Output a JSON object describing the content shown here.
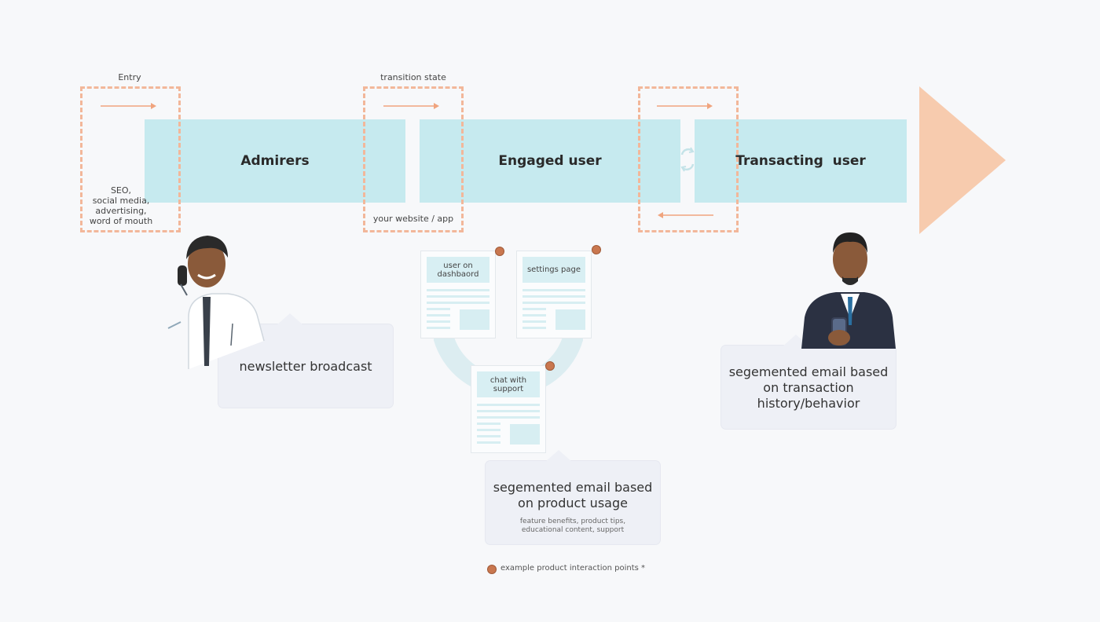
{
  "stages": [
    {
      "label": "Admirers"
    },
    {
      "label": "Engaged user"
    },
    {
      "label": "Transacting  user"
    }
  ],
  "entry": {
    "top_label": "Entry",
    "channels": "SEO,\nsocial media,\nadvertising,\nword of mouth"
  },
  "transition": {
    "top_label": "transition state",
    "bottom_label": "your website / app"
  },
  "pages": [
    {
      "title": "user on\ndashbaord"
    },
    {
      "title": "settings page"
    },
    {
      "title": "chat with\nsupport"
    }
  ],
  "callouts": {
    "newsletter": "newsletter broadcast",
    "product_usage": {
      "title": "segemented email based\non product usage",
      "subtitle": "feature benefits, product tips,\neducational content, support"
    },
    "transaction": "segemented email based\non transaction\nhistory/behavior"
  },
  "legend": "example product interaction points *",
  "colors": {
    "stage_fill": "#c6eaef",
    "dashed_border": "#f2b79a",
    "arrow_head": "#f7cbae",
    "dot": "#c9774f",
    "callout_bg": "#eef0f6"
  }
}
